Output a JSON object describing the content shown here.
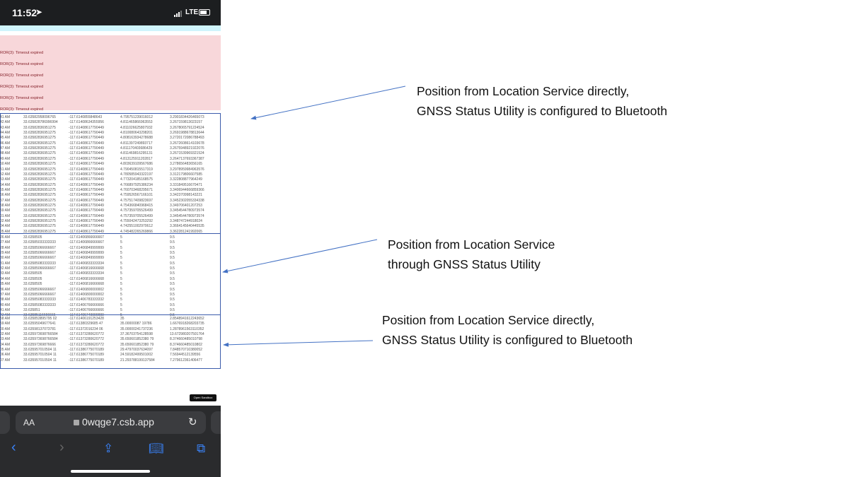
{
  "status_bar": {
    "time": "11:52",
    "network": "LTE"
  },
  "errors": [
    "ROR(3): Timeout expired",
    "ROR(3): Timeout expired",
    "ROR(3): Timeout expired",
    "ROR(3): Timeout expired",
    "ROR(3): Timeout expired",
    "ROR(3): Timeout expired"
  ],
  "blocks": [
    {
      "rows": [
        [
          "41 AM",
          "33.63582958096765",
          "-117.6140855848643",
          "4.795751239016012",
          "3.2901834426465073"
        ],
        [
          "42 AM",
          "33.635828786996994",
          "-117.61408634355956",
          "4.811465866963553",
          "3.267159813023157"
        ],
        [
          "43 AM",
          "33.63582836951275",
          "-117.61408617790449",
          "4.811026625807932",
          "3.2678065791224524"
        ],
        [
          "44 AM",
          "33.63582836951275",
          "-117.61408617790449",
          "4.810080643298201",
          "3.2691988678813644"
        ],
        [
          "45 AM",
          "33.63582836951275",
          "-117.61408617790449",
          "4.808163934278688",
          "3.2720172086788493"
        ],
        [
          "46 AM",
          "33.63582836951275",
          "-117.61408617790449",
          "4.811397249893717",
          "3.2672608614103678"
        ],
        [
          "47 AM",
          "33.63582836951275",
          "-117.61408617790449",
          "4.811170403686429",
          "3.2675948921922076"
        ],
        [
          "48 AM",
          "33.63582836951275",
          "-117.61408617790449",
          "4.811469816295131",
          "3.2671539969321524"
        ],
        [
          "49 AM",
          "33.63582836951275",
          "-117.61408617790449",
          "4.813125911202817",
          "3.2647137693367387"
        ],
        [
          "50 AM",
          "33.63582836951275",
          "-117.61408617790449",
          "4.803639109567686",
          "3.278656483656165"
        ],
        [
          "51 AM",
          "33.63582836951275",
          "-117.61408617790449",
          "4.790450815517319",
          "3.2978959984963576"
        ],
        [
          "52 AM",
          "33.63582836951275",
          "-117.61408617790449",
          "4.780585943322197",
          "3.312179806607585"
        ],
        [
          "53 AM",
          "33.63582836951275",
          "-117.61408617790449",
          "4.773204185168575",
          "3.322808877964249"
        ],
        [
          "54 AM",
          "33.63582836951275",
          "-117.61408617790449",
          "4.766897925386234",
          "3.331849516670471"
        ],
        [
          "55 AM",
          "33.63582836951275",
          "-117.61408617790449",
          "4.760703468295671",
          "3.3406944666859366"
        ],
        [
          "56 AM",
          "33.63582836951275",
          "-117.61408617790449",
          "4.759526567166101",
          "3.342370998143221"
        ],
        [
          "57 AM",
          "33.63582836951275",
          "-117.61408617790449",
          "4.757517409823697",
          "3.3452302055334338"
        ],
        [
          "58 AM",
          "33.63582836951275",
          "-117.61408617790449",
          "4.754366840968415",
          "3.349706401207253"
        ],
        [
          "59 AM",
          "33.63582836951275",
          "-117.61408617790449",
          "4.757359705526499",
          "3.3454544780973574"
        ],
        [
          "01 AM",
          "33.63582836951275",
          "-117.61408617790449",
          "4.757359705526499",
          "3.3454544780973574"
        ],
        [
          "02 AM",
          "33.63582836951275",
          "-117.61408617790449",
          "4.755042473253292",
          "3.348747244918024"
        ],
        [
          "04 AM",
          "33.63582836951275",
          "-117.61408617790449",
          "4.742551002970612",
          "3.3664145640445535"
        ],
        [
          "05 AM",
          "33.63582836951275",
          "-117.61408617790449",
          "4.745482265269866",
          "3.362281241992065"
        ]
      ]
    },
    {
      "rows": [
        [
          "26 AM",
          "33.6358505",
          "-117.61406866666667",
          "5",
          "9.5"
        ],
        [
          "27 AM",
          "33.63585033333333",
          "-117.61406866666667",
          "5",
          "9.5"
        ],
        [
          "28 AM",
          "33.63585066666667",
          "-117.61406849999999",
          "5",
          "9.5"
        ],
        [
          "29 AM",
          "33.63585066666667",
          "-117.61406849999999",
          "5",
          "9.5"
        ],
        [
          "30 AM",
          "33.63585066666667",
          "-117.61406849999999",
          "5",
          "9.5"
        ],
        [
          "31 AM",
          "33.63585083333333",
          "-117.61406833333334",
          "5",
          "9.5"
        ],
        [
          "32 AM",
          "33.63585066666667",
          "-117.61406816666668",
          "5",
          "9.5"
        ],
        [
          "33 AM",
          "33.6358505",
          "-117.61406833333334",
          "5",
          "9.5"
        ],
        [
          "34 AM",
          "33.6358505",
          "-117.61406816666668",
          "5",
          "9.5"
        ],
        [
          "35 AM",
          "33.6358505",
          "-117.61406816666668",
          "5",
          "9.5"
        ],
        [
          "36 AM",
          "33.63585066666667",
          "-117.61406800000002",
          "5",
          "9.5"
        ],
        [
          "37 AM",
          "33.63585066666667",
          "-117.61406800000002",
          "5",
          "9.5"
        ],
        [
          "38 AM",
          "33.63585083333333",
          "-117.61406783333332",
          "5",
          "9.5"
        ],
        [
          "40 AM",
          "33.63585083333333",
          "-117.61406766666666",
          "5",
          "9.5"
        ],
        [
          "41 AM",
          "33.635851",
          "-117.61406766666666",
          "5",
          "9.5"
        ],
        [
          "42 AM",
          "33.63585116666666",
          "-117.61406749999999",
          "5",
          "9.5"
        ]
      ]
    },
    {
      "rows": [
        [
          "58 AM",
          "33.635853895795 02",
          "-117.61406191253428",
          "35",
          "2.8548941612243652"
        ],
        [
          "59 AM",
          "33.63595049677641",
          "-117.61380329685 47",
          "35.00000087 19786",
          "1.6676918268203735"
        ],
        [
          "00 AM",
          "33.63598137073781",
          "-117.61372016234 06",
          "35.00000241737236",
          "1.2878961563110352"
        ],
        [
          "02 AM",
          "33.635973698766584",
          "-117.61373280620772",
          "37.36703754128598",
          "13.672980207501764"
        ],
        [
          "03 AM",
          "33.635973698766584",
          "-117.61373280620772",
          "35.650601852380 79",
          "8.374660485010798"
        ],
        [
          "04 AM",
          "33.63597369876666",
          "-117.61373280620772",
          "35.650601852380 79",
          "8.374660485010802"
        ],
        [
          "05 AM",
          "33.635957010504 11",
          "-117.61386775070189",
          "29.47970037634097",
          "7.848570710380052"
        ],
        [
          "06 AM",
          "33.635957010504 11",
          "-117.61386775070189",
          "24.59182499501002",
          "7.56944512139556"
        ],
        [
          "07 AM",
          "33.635957010504 11",
          "-117.61386775070189",
          "21.293788199137584",
          "7.279612361406477"
        ]
      ]
    }
  ],
  "open_sandbox": "Open Sandbox",
  "browser": {
    "text_size": "AA",
    "url": "0wqge7.csb.app"
  },
  "annotations": [
    {
      "line1": "Position from Location Service directly,",
      "line2": "GNSS Status Utility is configured to Bluetooth"
    },
    {
      "line1": "Position from Location Service",
      "line2": "through GNSS Status Utility"
    },
    {
      "line1": "Position from Location Service directly,",
      "line2": "GNSS Status Utility is configured to Bluetooth"
    }
  ],
  "colors": {
    "accent": "#3a82f7",
    "error_bg": "#f8d7da",
    "error_text": "#842029",
    "box": "#3b5bab",
    "arrow": "#4472c4"
  }
}
